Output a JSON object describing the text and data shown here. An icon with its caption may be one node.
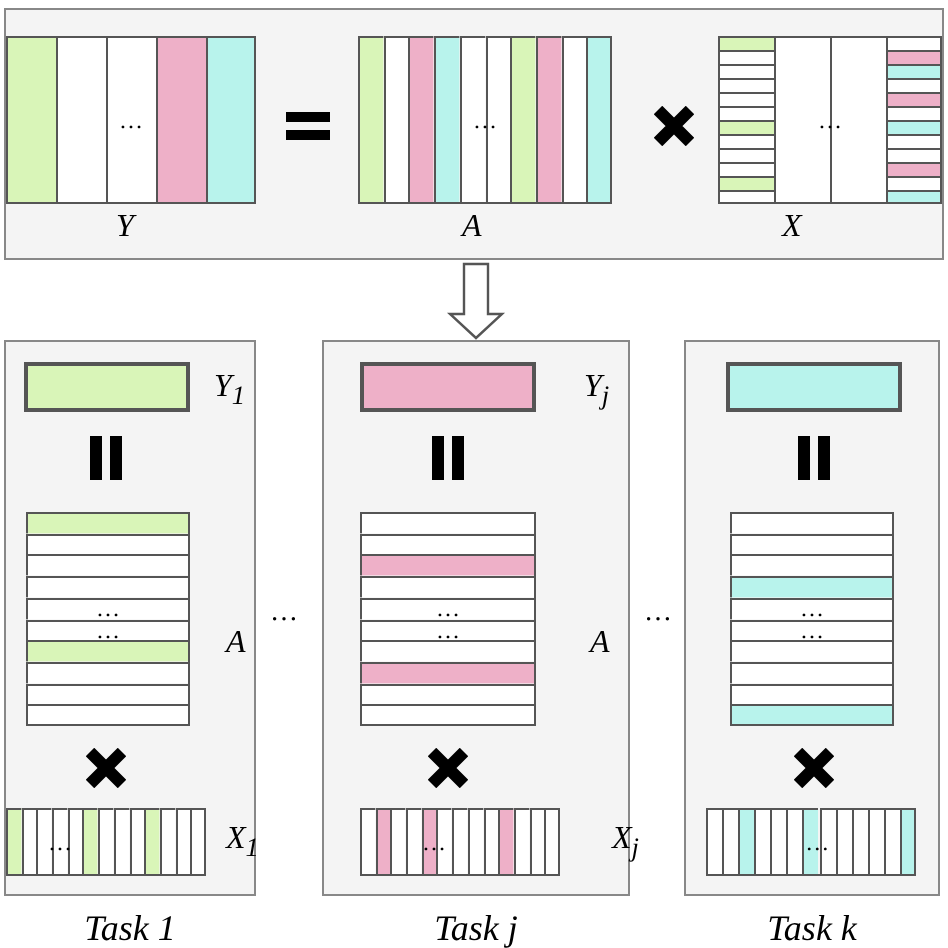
{
  "diagram": {
    "nodes": [
      {
        "text": [],
        "shape": "box"
      },
      {
        "text": [
          "…"
        ],
        "beside": [
          "Y"
        ],
        "in": 0
      },
      {
        "text": [
          "…"
        ],
        "beside": [
          "A"
        ],
        "in": 0
      },
      {
        "text": [
          "…"
        ],
        "beside": [
          "X"
        ],
        "in": 0
      },
      {
        "text": [
          "Task 1"
        ]
      },
      {
        "text": [],
        "shape": "bar",
        "beside": [
          "Y$_{1}$"
        ],
        "in": 4
      },
      {
        "text": [
          "…",
          "…"
        ],
        "beside": [
          "A"
        ],
        "in": 4
      },
      {
        "text": [
          "…"
        ],
        "beside": [
          "X$_{1}$"
        ],
        "in": 4
      },
      {
        "text": [
          "Task j"
        ]
      },
      {
        "text": [],
        "shape": "bar",
        "beside": [
          "Y$_{j}$"
        ],
        "in": 8
      },
      {
        "text": [
          "…",
          "…"
        ],
        "beside": [
          "A"
        ],
        "in": 8
      },
      {
        "text": [
          "…"
        ],
        "beside": [
          "X$_{j}$"
        ],
        "in": 8
      },
      {
        "text": [
          "Task k"
        ]
      },
      {
        "text": [],
        "shape": "bar",
        "in": 12
      },
      {
        "text": [
          "…",
          "…"
        ],
        "in": 12
      },
      {
        "text": [
          "…"
        ],
        "in": 12
      }
    ],
    "edges": [
      {
        "from": 0,
        "to": 8,
        "arrow": "to"
      }
    ],
    "labels": [
      "…",
      "…"
    ]
  }
}
